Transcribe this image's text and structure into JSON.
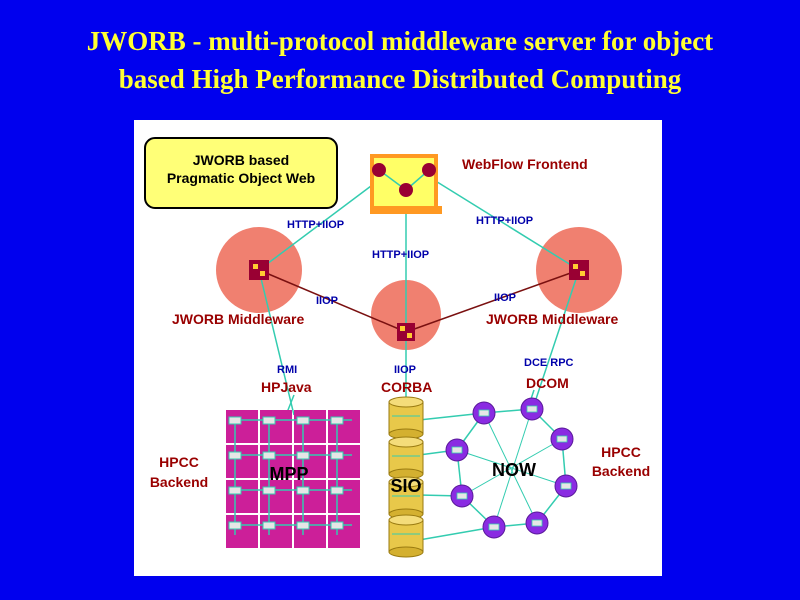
{
  "title": {
    "line1": "JWORB - multi-protocol middleware server for object",
    "line2": "based High Performance Distributed Computing"
  },
  "colors": {
    "background": "#0000ee",
    "title": "#ffff33",
    "label_red": "#990000",
    "label_blue": "#0000aa",
    "link": "#33ccb0",
    "halo": "#f08070",
    "mpp_block": "#cc1f99",
    "now_node": "#8a2be2",
    "sio_disk": "#e8c84a"
  },
  "diagram": {
    "pragmatic_box": {
      "line1": "JWORB based",
      "line2": "Pragmatic Object Web"
    },
    "webflow_frontend": "WebFlow Frontend",
    "http_iiop_left": "HTTP+IIOP",
    "http_iiop_center": "HTTP+IIOP",
    "http_iiop_right": "HTTP+IIOP",
    "iiop_left": "IIOP",
    "iiop_right": "IIOP",
    "jworb_middleware_left": "JWORB Middleware",
    "jworb_middleware_right": "JWORB Middleware",
    "rmi": "RMI",
    "iiop_bottom": "IIOP",
    "dce_rpc": "DCE RPC",
    "hpjava": "HPJava",
    "corba": "CORBA",
    "dcom": "DCOM",
    "hpcc_backend_left": {
      "line1": "HPCC",
      "line2": "Backend"
    },
    "hpcc_backend_right": {
      "line1": "HPCC",
      "line2": "Backend"
    },
    "mpp": "MPP",
    "sio": "SIO",
    "now": "NOW"
  }
}
